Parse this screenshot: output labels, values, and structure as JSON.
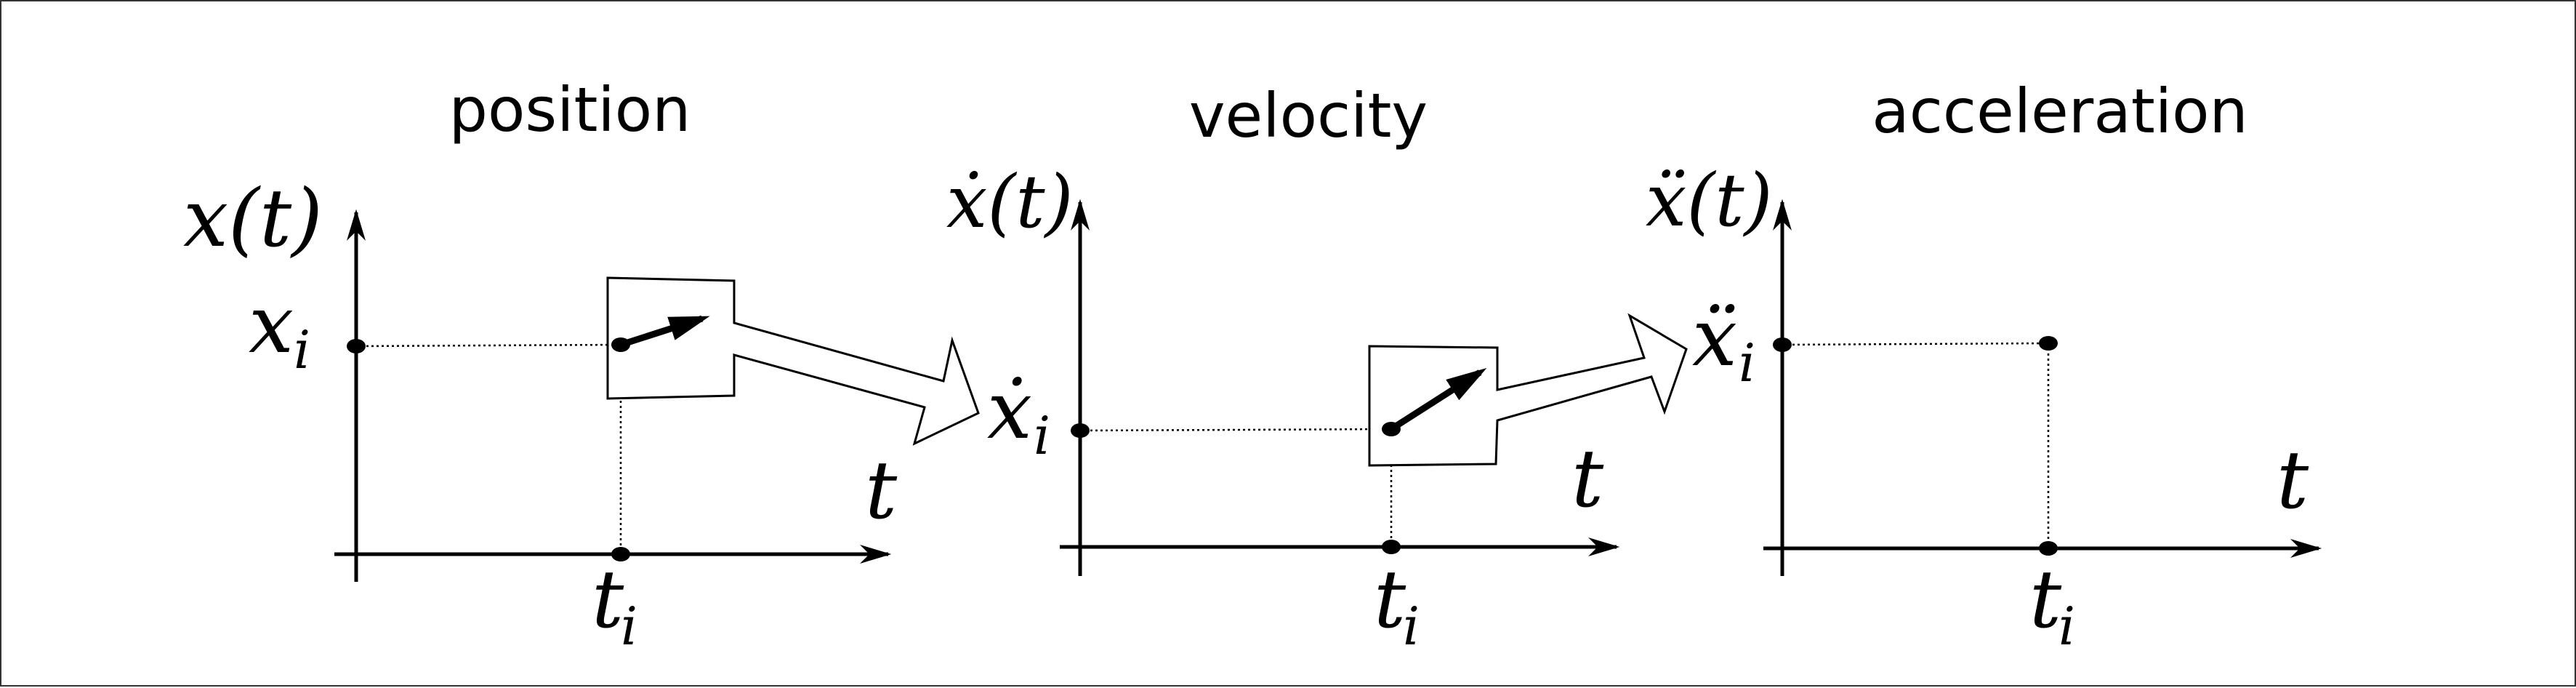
{
  "panels": [
    {
      "title": "position",
      "y_label": "x(t)",
      "value_label": "x",
      "value_sub": "i",
      "time_label": "t",
      "time_point": "t",
      "time_sub": "i"
    },
    {
      "title": "velocity",
      "y_label": "ẋ(t)",
      "value_label": "ẋ",
      "value_sub": "i",
      "time_label": "t",
      "time_point": "t",
      "time_sub": "i"
    },
    {
      "title": "acceleration",
      "y_label": "ẍ(t)",
      "value_label": "ẍ",
      "value_sub": "i",
      "time_label": "t",
      "time_point": "t",
      "time_sub": "i"
    }
  ]
}
